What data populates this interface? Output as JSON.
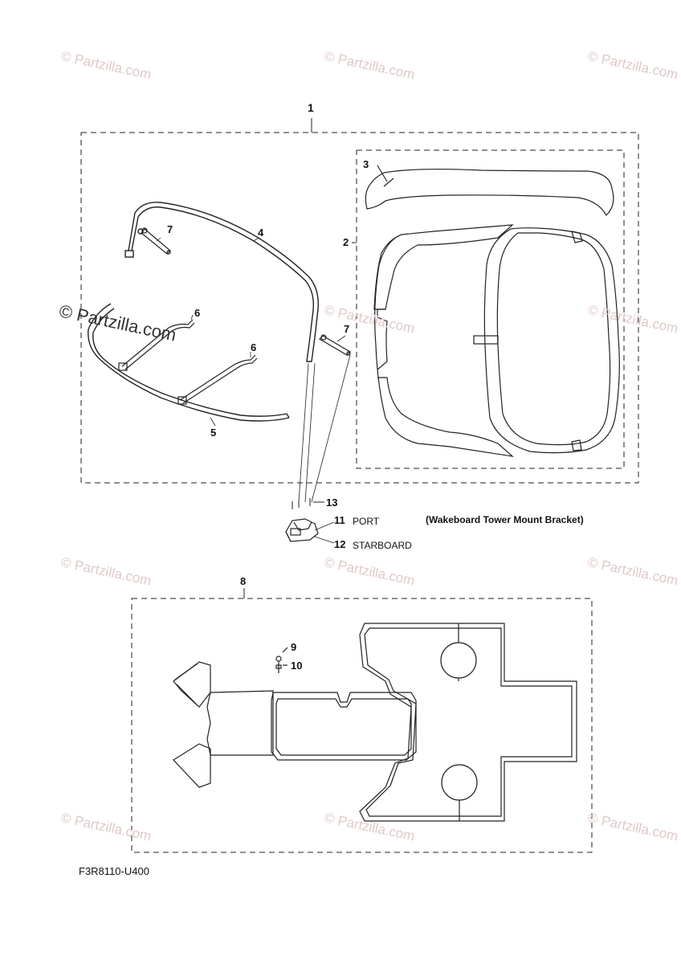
{
  "diagram": {
    "callouts": {
      "c1": "1",
      "c2": "2",
      "c3": "3",
      "c4": "4",
      "c5": "5",
      "c6a": "6",
      "c6b": "6",
      "c7a": "7",
      "c7b": "7",
      "c8": "8",
      "c9": "9",
      "c10": "10",
      "c11": "11",
      "c12": "12",
      "c13": "13"
    },
    "labels": {
      "port": "PORT",
      "starboard": "STARBOARD",
      "bracket_caption": "(Wakeboard Tower Mount Bracket)",
      "drawing_code": "F3R8110-U400"
    },
    "watermark": "© Partzilla.com",
    "colors": {
      "line": "#222222",
      "watermark": "#e0c9c9"
    }
  }
}
